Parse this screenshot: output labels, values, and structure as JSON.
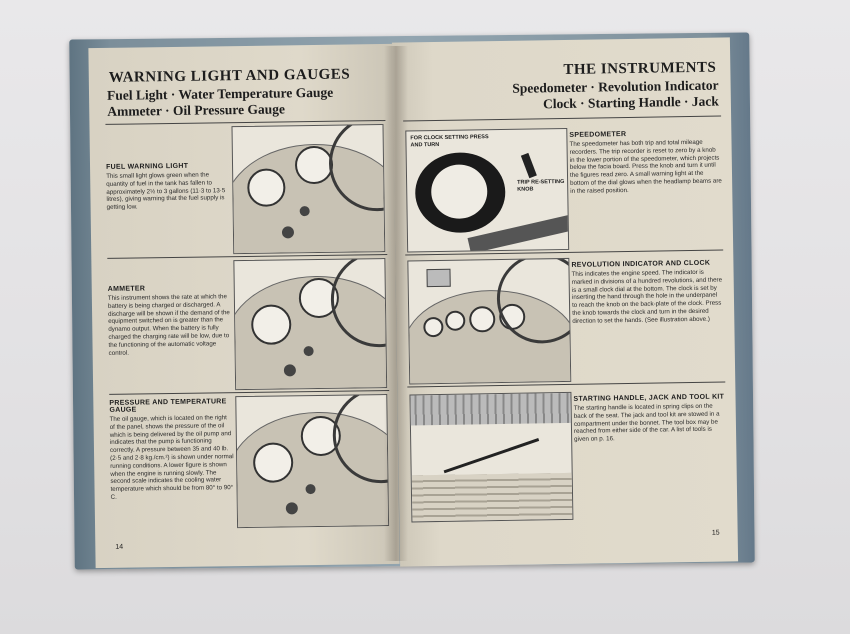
{
  "left_page": {
    "title": "WARNING LIGHT AND GAUGES",
    "subtitle_line1": "Fuel Light  ·  Water Temperature Gauge",
    "subtitle_line2": "Ammeter  ·  Oil Pressure Gauge",
    "sections": [
      {
        "heading": "FUEL WARNING LIGHT",
        "body": "This small light glows green when the quantity of fuel in the tank has fallen to approximately 2½ to 3 gallons (11·3 to 13·5 litres), giving warning that the fuel supply is getting low."
      },
      {
        "heading": "AMMETER",
        "body": "This instrument shows the rate at which the battery is being charged or discharged. A discharge will be shown if the demand of the equipment switched on is greater than the dynamo output. When the battery is fully charged the charging rate will be low, due to the functioning of the automatic voltage control."
      },
      {
        "heading": "PRESSURE AND TEMPERATURE GAUGE",
        "body": "The oil gauge, which is located on the right of the panel, shows the pressure of the oil which is being delivered by the oil pump and indicates that the pump is functioning correctly. A pressure between 35 and 40 lb. (2·5 and 2·8 kg./cm.²) is shown under normal running conditions. A lower figure is shown when the engine is running slowly. The second scale indicates the cooling water temperature which should be from 80° to 90° C."
      }
    ],
    "page_number": "14"
  },
  "right_page": {
    "title": "THE INSTRUMENTS",
    "subtitle_line1": "Speedometer  ·  Revolution Indicator",
    "subtitle_line2": "Clock  ·  Starting Handle  ·  Jack",
    "callouts": {
      "clock_setting": "FOR CLOCK SETTING PRESS AND TURN",
      "trip_reset": "TRIP RE-SETTING KNOB"
    },
    "sections": [
      {
        "heading": "SPEEDOMETER",
        "body": "The speedometer has both trip and total mileage recorders. The trip recorder is reset to zero by a knob in the lower portion of the speedometer, which projects below the facia board. Press the knob and turn it until the figures read zero. A small warning light at the bottom of the dial glows when the headlamp beams are in the raised position."
      },
      {
        "heading": "REVOLUTION INDICATOR AND CLOCK",
        "body": "This indicates the engine speed. The indicator is marked in divisions of a hundred revolutions, and there is a small clock dial at the bottom. The clock is set by inserting the hand through the hole in the underpanel to reach the knob on the back-plate of the clock. Press the knob towards the clock and turn in the desired direction to set the hands. (See illustration above.)"
      },
      {
        "heading": "STARTING HANDLE, JACK AND TOOL KIT",
        "body": "The starting handle is located in spring clips on the back of the seat. The jack and tool kit are stowed in a compartment under the bonnet. The tool box may be reached from either side of the car. A list of tools is given on p. 16."
      }
    ],
    "page_number": "15"
  }
}
